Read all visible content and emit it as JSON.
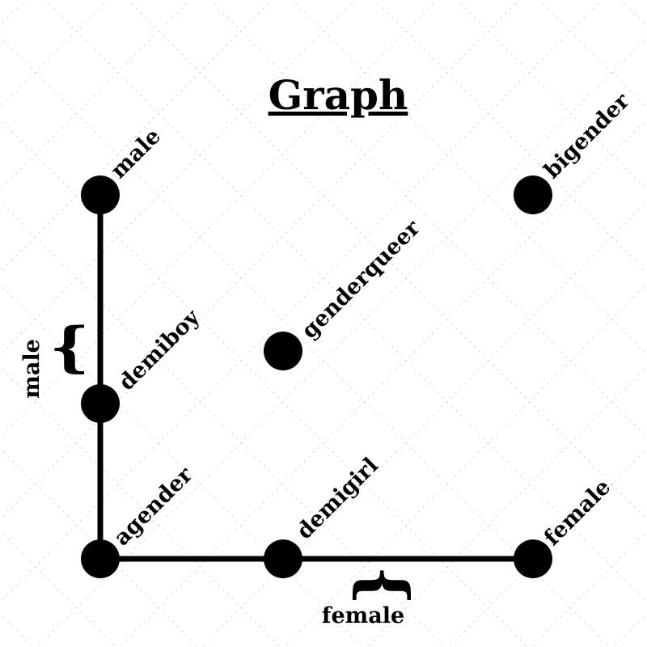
{
  "title": "Graph",
  "colors": {
    "ink": "#000000",
    "background": "#ffffff",
    "grid": "#bbbbbb"
  },
  "nodes": [
    {
      "id": "male",
      "label": "male"
    },
    {
      "id": "bigender",
      "label": "bigender"
    },
    {
      "id": "genderqueer",
      "label": "genderqueer"
    },
    {
      "id": "demiboy",
      "label": "demiboy"
    },
    {
      "id": "agender",
      "label": "agender"
    },
    {
      "id": "demigirl",
      "label": "demigirl"
    },
    {
      "id": "female",
      "label": "female"
    }
  ],
  "edges": [
    {
      "from": "male",
      "to": "demiboy"
    },
    {
      "from": "demiboy",
      "to": "agender"
    },
    {
      "from": "agender",
      "to": "demigirl"
    },
    {
      "from": "demigirl",
      "to": "female"
    }
  ],
  "axes": {
    "vertical": {
      "label": "male",
      "brace": "{"
    },
    "horizontal": {
      "label": "female",
      "brace": "{"
    }
  }
}
